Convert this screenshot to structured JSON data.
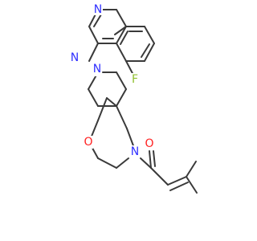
{
  "molecule": {
    "atoms": [
      {
        "id": "n1",
        "label": "N",
        "color": "#3030ff"
      },
      {
        "id": "n3",
        "label": "N",
        "color": "#3030ff"
      },
      {
        "id": "f",
        "label": "F",
        "color": "#90c030"
      },
      {
        "id": "n_pip",
        "label": "N",
        "color": "#3030ff"
      },
      {
        "id": "o_ring",
        "label": "O",
        "color": "#ff2020"
      },
      {
        "id": "n_morph",
        "label": "N",
        "color": "#3030ff"
      },
      {
        "id": "o_carbonyl",
        "label": "O",
        "color": "#ff2020"
      }
    ],
    "bond_color": "#3a3a3a"
  }
}
